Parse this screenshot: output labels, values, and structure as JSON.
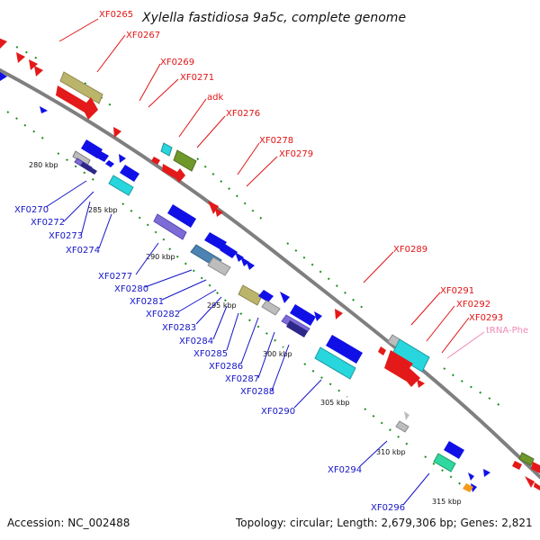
{
  "title": "Xylella fastidiosa 9a5c, complete genome",
  "footer": {
    "accession": "Accession: NC_002488",
    "summary": "Topology: circular; Length: 2,679,306 bp; Genes: 2,821"
  },
  "colors": {
    "background": "#ffffff",
    "backbone": "#7f7f7f",
    "forward_label": "#e01414",
    "reverse_label": "#1414c8",
    "rna_label": "#ef8ab8",
    "dot_green": "#1c8f1c",
    "dot_blue": "#2e3bd8",
    "red_arrow": "#e41919",
    "blue_arrow": "#1010e6",
    "cyan_box": "#28d6dd",
    "olive_box": "#bbb46b",
    "slate_box": "#7d6bd6",
    "steel_box": "#4d83b2",
    "silver_box": "#bdbdbd",
    "navy_box": "#2c2788",
    "green_box": "#2fd89e",
    "orange_box": "#f49b19",
    "olive_green_box": "#6f982b"
  },
  "scale_labels": [
    "280 kbp",
    "285 kbp",
    "290 kbp",
    "295 kbp",
    "300 kbp",
    "305 kbp",
    "310 kbp",
    "315 kbp"
  ],
  "forward_labels": [
    "XF0265",
    "XF0267",
    "XF0269",
    "XF0271",
    "adk",
    "XF0276",
    "XF0278",
    "XF0279",
    "XF0289",
    "XF0291",
    "XF0292",
    "XF0293",
    "tRNA-Phe"
  ],
  "reverse_labels": [
    "XF0270",
    "XF0272",
    "XF0273",
    "XF0274",
    "XF0277",
    "XF0280",
    "XF0281",
    "XF0282",
    "XF0283",
    "XF0284",
    "XF0285",
    "XF0286",
    "XF0287",
    "XF0288",
    "XF0290",
    "XF0294",
    "XF0296"
  ]
}
